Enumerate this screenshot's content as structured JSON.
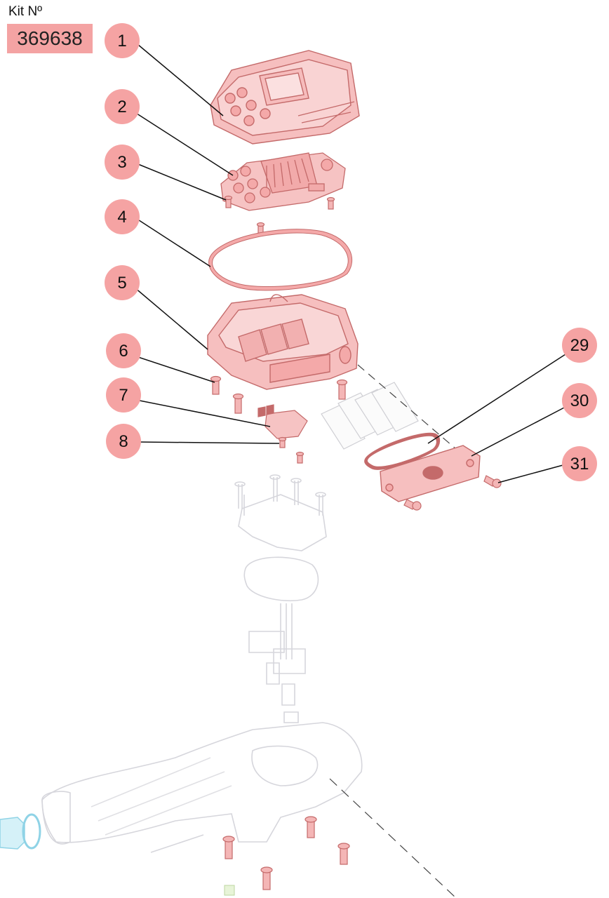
{
  "kit": {
    "label": "Kit Nº",
    "number": "369638"
  },
  "callouts": [
    {
      "number": "1"
    },
    {
      "number": "2"
    },
    {
      "number": "3"
    },
    {
      "number": "4"
    },
    {
      "number": "5"
    },
    {
      "number": "6"
    },
    {
      "number": "7"
    },
    {
      "number": "8"
    },
    {
      "number": "29"
    },
    {
      "number": "30"
    },
    {
      "number": "31"
    }
  ],
  "colors": {
    "callout_fill": "#f5a3a3",
    "highlight_part": "#f4b6b6",
    "part_stroke": "#c46a6a",
    "ghost_part": "#d9d9dd",
    "leader_line": "#111111"
  }
}
